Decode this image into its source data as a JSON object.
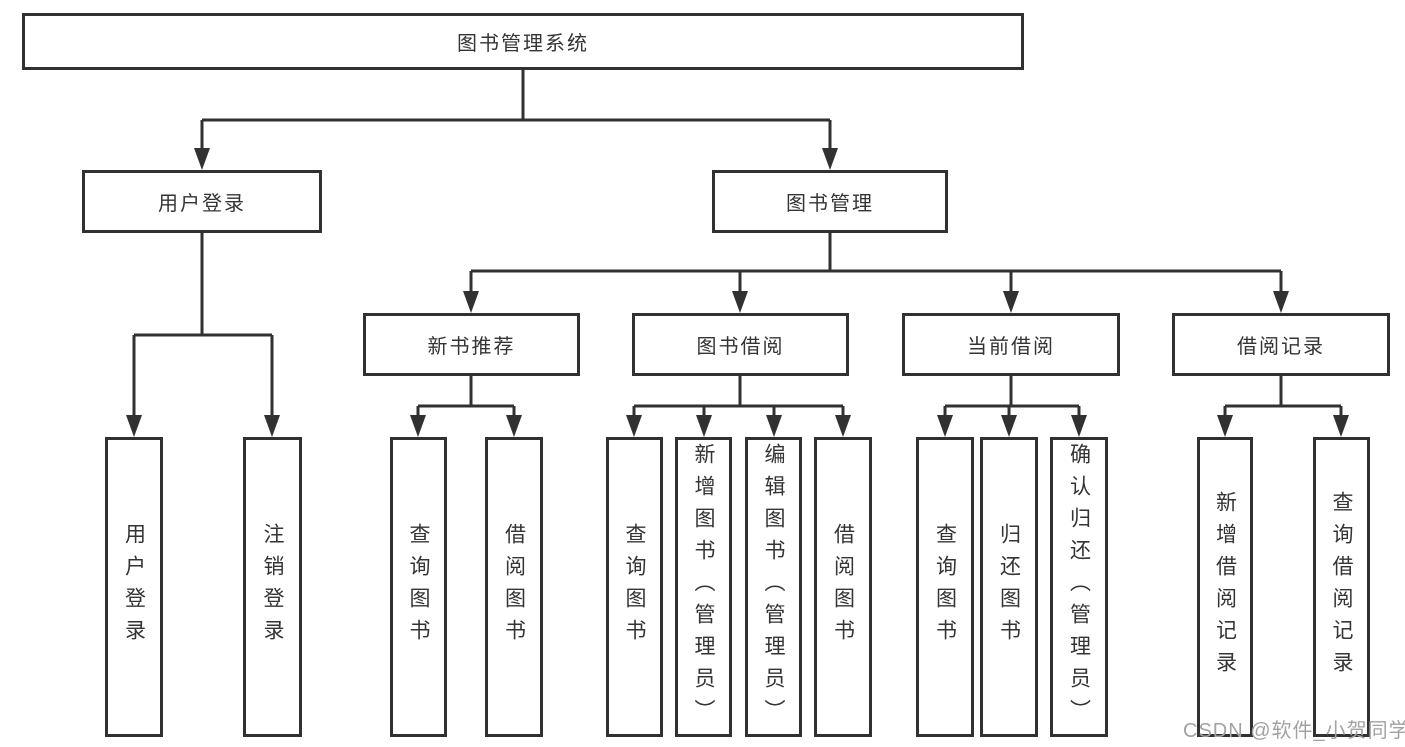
{
  "diagram": {
    "title": "图书管理系统",
    "tree": {
      "label": "图书管理系统",
      "children": [
        {
          "label": "用户登录",
          "children": [
            {
              "label": "用户登录"
            },
            {
              "label": "注销登录"
            }
          ]
        },
        {
          "label": "图书管理",
          "children": [
            {
              "label": "新书推荐",
              "children": [
                {
                  "label": "查询图书"
                },
                {
                  "label": "借阅图书"
                }
              ]
            },
            {
              "label": "图书借阅",
              "children": [
                {
                  "label": "查询图书"
                },
                {
                  "label": "新增图书（管理员）"
                },
                {
                  "label": "编辑图书（管理员）"
                },
                {
                  "label": "借阅图书"
                }
              ]
            },
            {
              "label": "当前借阅",
              "children": [
                {
                  "label": "查询图书"
                },
                {
                  "label": "归还图书"
                },
                {
                  "label": "确认归还（管理员）"
                }
              ]
            },
            {
              "label": "借阅记录",
              "children": [
                {
                  "label": "新增借阅记录"
                },
                {
                  "label": "查询借阅记录"
                }
              ]
            }
          ]
        }
      ]
    },
    "colors": {
      "line": "#313131",
      "box_border": "#313131",
      "text": "#343434",
      "background": "#ffffff",
      "watermark": "#a2a2a2"
    }
  },
  "watermark": {
    "text": "CSDN @软件_小贺同学"
  }
}
